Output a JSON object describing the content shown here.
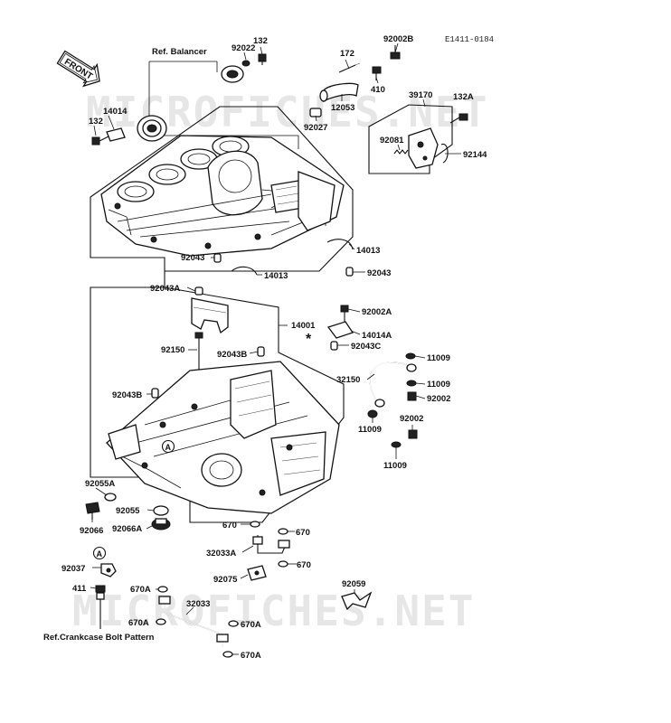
{
  "diagram_code": "E1411-0184",
  "watermark": "MICROFICHES.NET",
  "front_arrow": "FRONT",
  "notes": {
    "ref_balancer": "Ref. Balancer",
    "ref_crankcase_bolt_pattern": "Ref.Crankcase Bolt Pattern"
  },
  "marker_a": "A",
  "asterisk": "*",
  "labels": {
    "p132_top": "132",
    "p92022": "92022",
    "p172": "172",
    "p92002B": "92002B",
    "p410": "410",
    "p14014": "14014",
    "p132_left": "132",
    "p12053": "12053",
    "p92027": "92027",
    "p39170": "39170",
    "p132A": "132A",
    "p92081": "92081",
    "p92144": "92144",
    "p92043_a": "92043",
    "p14013_a": "14013",
    "p14013_b": "14013",
    "p92043_b": "92043",
    "p92043A": "92043A",
    "p92002A": "92002A",
    "p14001": "14001",
    "p14014A": "14014A",
    "p92043C": "92043C",
    "p92150": "92150",
    "p92043B_a": "92043B",
    "p11009_a": "11009",
    "p32150": "32150",
    "p11009_b": "11009",
    "p92002": "92002",
    "p92043B_b": "92043B",
    "p11009_c": "11009",
    "p92002_b": "92002",
    "p11009_d": "11009",
    "p92055A": "92055A",
    "p92055": "92055",
    "p92066": "92066",
    "p92066A": "92066A",
    "p670_a": "670",
    "p670_b": "670",
    "p32033A": "32033A",
    "p670_c": "670",
    "p92075": "92075",
    "p92037": "92037",
    "p92059": "92059",
    "p411": "411",
    "p670A_a": "670A",
    "p32033": "32033",
    "p670A_b": "670A",
    "p670A_c": "670A",
    "p670A_d": "670A"
  }
}
